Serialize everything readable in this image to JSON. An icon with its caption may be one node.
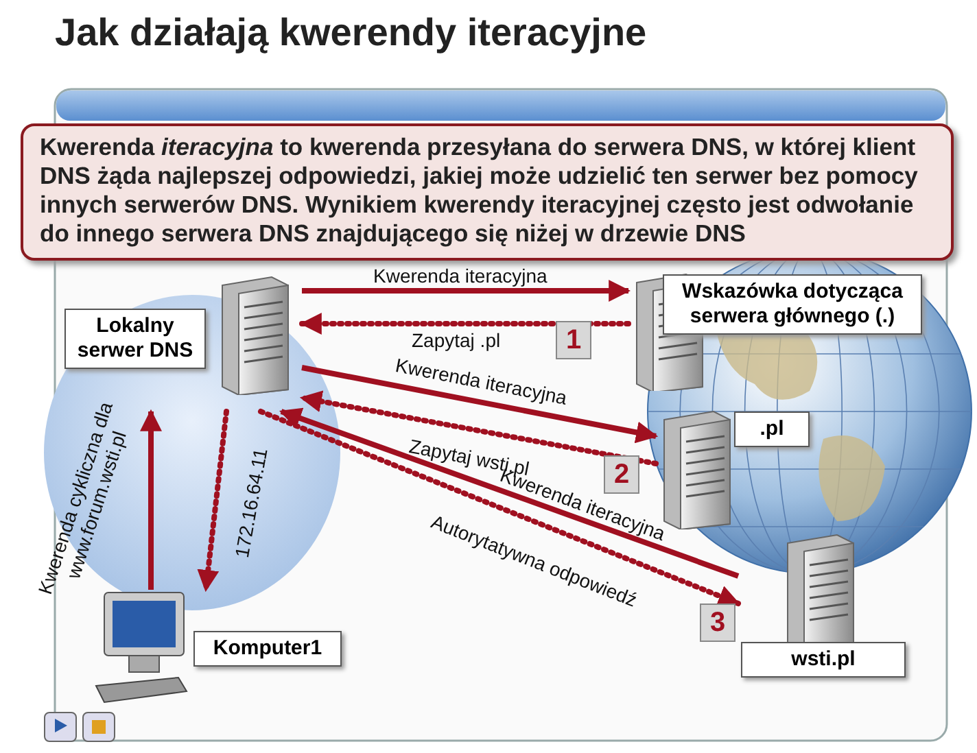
{
  "diagram": {
    "title": "Jak działają kwerendy iteracyjne",
    "nodes": [
      {
        "text": [
          "Kwerenda *iteracyjna* to kwerenda przesyłana do serwera DNS, w której klient DNS żąda najlepszej odpowiedzi, jakiej może udzielić ten serwer bez pomocy innych serwerów DNS. Wynikiem kwerendy iteracyjnej często jest odwołanie do innego serwera DNS znajdującego się niżej w drzewie DNS"
        ]
      },
      {
        "text": [
          "Lokalny serwer DNS"
        ]
      },
      {
        "text": [
          "Wskazówka dotycząca serwera głównego (.)"
        ]
      },
      {
        "text": [
          ".pl"
        ]
      },
      {
        "text": [
          "wsti.pl"
        ]
      },
      {
        "text": [
          "Komputer1"
        ]
      }
    ],
    "edges": [
      {
        "from": 1,
        "to": 2,
        "arrow": "to",
        "label": "Kwerenda iteracyjna"
      },
      {
        "from": 2,
        "to": 1,
        "arrow": "to",
        "label": "Zapytaj .pl",
        "style": "dashed"
      },
      {
        "from": 1,
        "to": 3,
        "arrow": "to",
        "label": "Kwerenda iteracyjna"
      },
      {
        "from": 3,
        "to": 1,
        "arrow": "to",
        "label": "Zapytaj wsti.pl",
        "style": "dashed"
      },
      {
        "from": 4,
        "to": 1,
        "arrow": "to",
        "label": "Kwerenda iteracyjna"
      },
      {
        "from": 1,
        "to": 4,
        "arrow": "to",
        "label": "Autorytatywna odpowiedź",
        "style": "dashed"
      },
      {
        "from": 5,
        "to": 1,
        "arrow": "to",
        "label": "Kwerenda cykliczna dla www.forum.wsti.pl"
      },
      {
        "from": 1,
        "to": 5,
        "arrow": "to",
        "label": "172.16.64.11",
        "style": "dashed"
      }
    ],
    "labels": [
      "1",
      "2",
      "3"
    ]
  }
}
